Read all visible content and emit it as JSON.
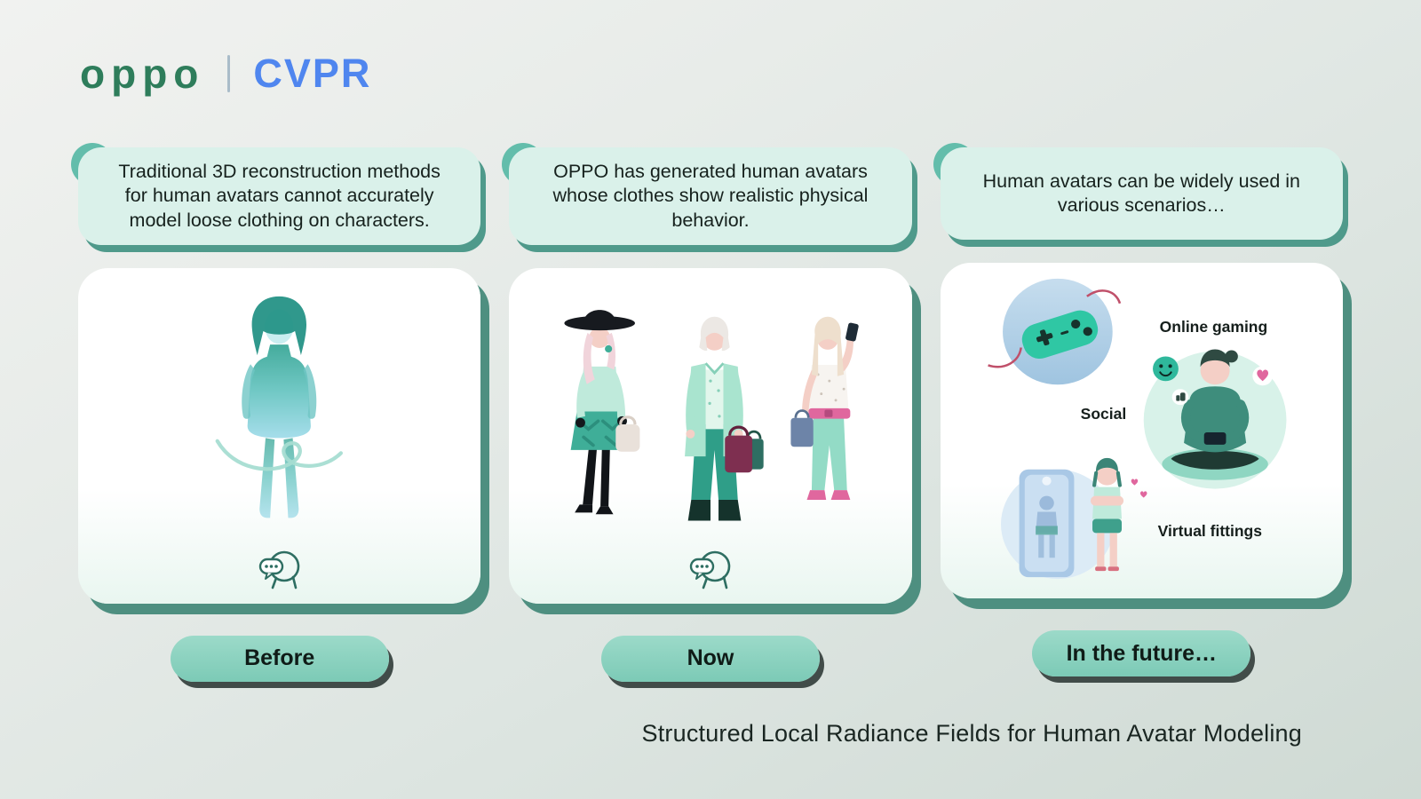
{
  "header": {
    "brand": "oppo",
    "conference": "CVPR"
  },
  "columns": [
    {
      "bubble": "Traditional 3D reconstruction methods for human avatars cannot accurately model loose clothing on characters.",
      "label": "Before"
    },
    {
      "bubble": "OPPO has generated human avatars whose clothes show realistic physical behavior.",
      "label": "Now"
    },
    {
      "bubble": "Human avatars can be widely used in various scenarios…",
      "label": "In the future…",
      "scenarios": {
        "gaming": "Online gaming",
        "social": "Social",
        "fittings": "Virtual fittings"
      }
    }
  ],
  "footer": {
    "title": "Structured Local Radiance Fields for Human Avatar Modeling"
  },
  "icons": {
    "chat_head": "head-profile-with-speech-bubble"
  },
  "colors": {
    "oppo_green": "#2e7d5b",
    "cvpr_blue": "#4f86ef",
    "bubble_mint": "#daf1ea",
    "bubble_shadow": "#4f9a8b",
    "card_shadow": "#4e8f80",
    "pill_teal": "#84cfbc",
    "text_dark": "#17221e"
  }
}
